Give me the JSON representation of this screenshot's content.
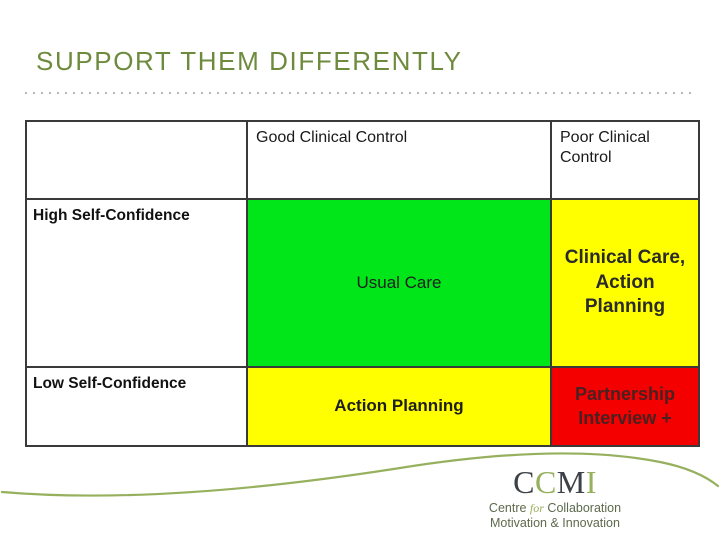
{
  "slide": {
    "title": "SUPPORT THEM DIFFERENTLY",
    "title_color": "#6e8b3d",
    "background": "#ffffff"
  },
  "divider": {
    "style": "dotted",
    "color": "#b8b8b8"
  },
  "matrix": {
    "border_color": "#3a3a3a",
    "columns": [
      {
        "key": "row_label",
        "header": ""
      },
      {
        "key": "good_control",
        "header": "Good Clinical Control"
      },
      {
        "key": "poor_control",
        "header": "Poor Clinical Control"
      }
    ],
    "rows": [
      {
        "label": "High Self-Confidence",
        "cells": [
          {
            "text": "Usual Care",
            "color": "#00e618",
            "color_name": "green"
          },
          {
            "text": "Clinical Care, Action Planning",
            "color": "#ffff00",
            "color_name": "yellow"
          }
        ]
      },
      {
        "label": "Low Self-Confidence",
        "cells": [
          {
            "text": "Action Planning",
            "color": "#ffff00",
            "color_name": "yellow"
          },
          {
            "text": "Partnership Interview +",
            "color": "#f50000",
            "color_name": "red"
          }
        ]
      }
    ]
  },
  "footer": {
    "swoosh_color": "#96b05e",
    "logo": {
      "letter_1": "C",
      "letter_2": "C",
      "letter_3": "M",
      "letter_4": "I",
      "tagline_line1_a": "Centre ",
      "tagline_line1_for": "for",
      "tagline_line1_b": " Collaboration",
      "tagline_line2": "Motivation & Innovation",
      "dark_color": "#3c4247",
      "green_color": "#96b05e"
    }
  }
}
